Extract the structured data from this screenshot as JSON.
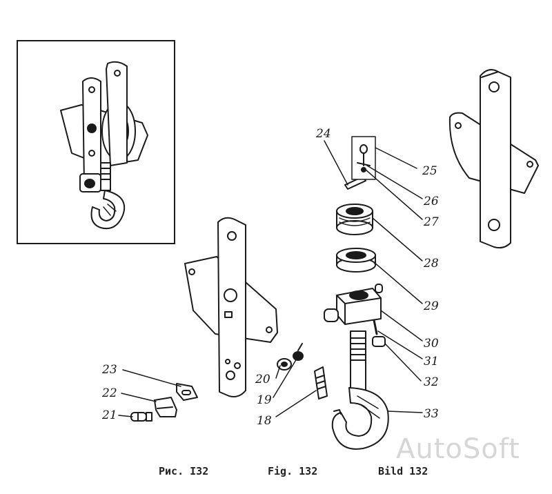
{
  "callouts": {
    "c18": "18",
    "c19": "19",
    "c20": "20",
    "c21": "21",
    "c22": "22",
    "c23": "23",
    "c24": "24",
    "c25": "25",
    "c26": "26",
    "c27": "27",
    "c28": "28",
    "c29": "29",
    "c30": "30",
    "c31": "31",
    "c32": "32",
    "c33": "33"
  },
  "captions": {
    "ru": "Рис. I32",
    "en": "Fig. 132",
    "de": "Bild 132"
  },
  "watermark": "AutoSoft",
  "colors": {
    "ink": "#1a1a1a",
    "paper": "#ffffff",
    "watermark": "#d6d6d6"
  }
}
